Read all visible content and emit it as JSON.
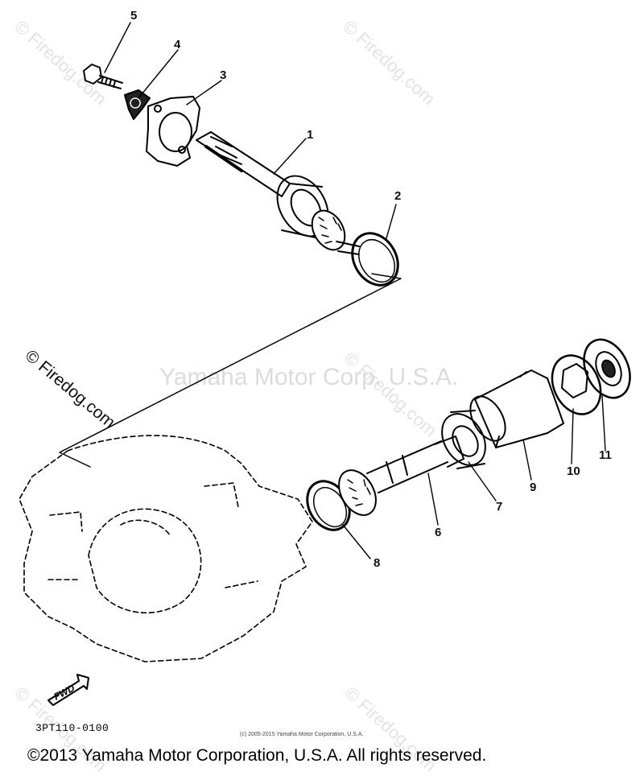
{
  "watermarks": {
    "site": "© Firedog.com",
    "site_alt": "Firedog.com",
    "center": "Yamaha Motor Corp. U.S.A."
  },
  "callouts": [
    "1",
    "2",
    "3",
    "4",
    "5",
    "6",
    "7",
    "8",
    "9",
    "10",
    "11"
  ],
  "fwd_label": "FWD",
  "part_code": "3PT110-0100",
  "small_copyright": "(c) 2005-2015 Yamaha Motor Corporation, U.S.A.",
  "copyright": "©2013 Yamaha Motor Corporation, U.S.A. All rights reserved."
}
